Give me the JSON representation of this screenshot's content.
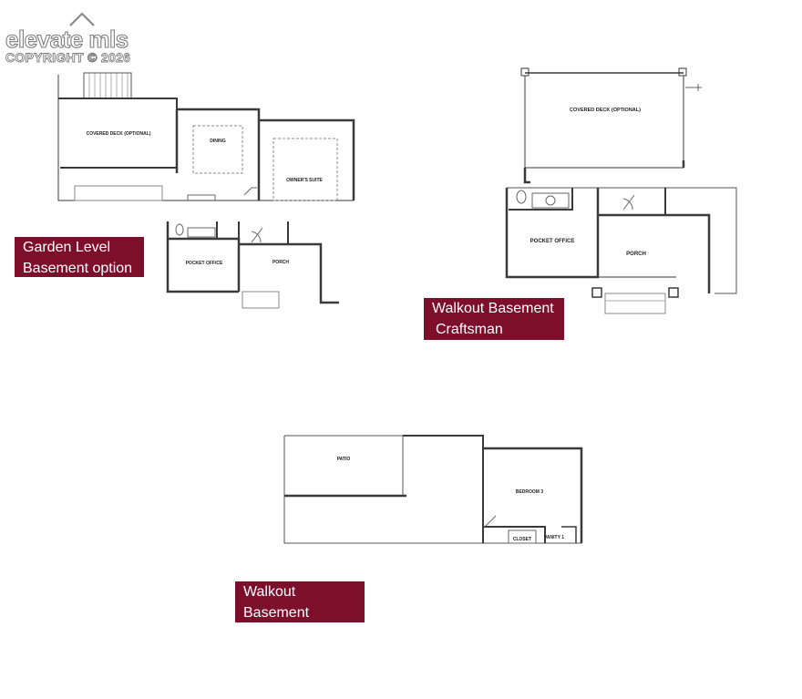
{
  "watermark": {
    "brand": "elevate mls",
    "copyright": "COPYRIGHT © 2026"
  },
  "plans": {
    "garden": {
      "rooms": [
        "COVERED DECK (OPTIONAL)",
        "DINING",
        "OWNER'S SUITE",
        "POCKET OFFICE",
        "PORCH"
      ],
      "label_line1": "Garden Level",
      "label_line2": "Basement option"
    },
    "craftsman": {
      "rooms": [
        "COVERED DECK (OPTIONAL)",
        "POCKET OFFICE",
        "PORCH"
      ],
      "label_line1": "Walkout Basement",
      "label_line2": "Craftsman"
    },
    "walkout": {
      "rooms": [
        "PATIO",
        "BEDROOM 3",
        "CLOSET",
        "VANITY 1"
      ],
      "label_line1": "Walkout",
      "label_line2": "Basement"
    }
  },
  "colors": {
    "label_bg": "#7d0f2b",
    "wall": "#333333"
  }
}
